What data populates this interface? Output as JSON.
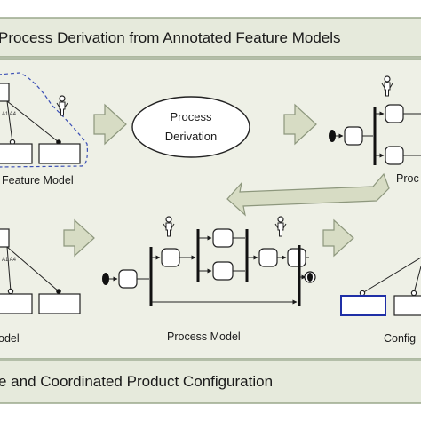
{
  "title_top": "Process Derivation from Annotated Feature Models",
  "title_bottom": "e and Coordinated Product Configuration",
  "labels": {
    "feature_model_top": "Feature Model",
    "process_derivation_line1": "Process",
    "process_derivation_line2": "Derivation",
    "process_model_top_right": "Proc",
    "model_bottom_left": "odel",
    "process_model_bottom": "Process Model",
    "configuration_bottom_right": "Config"
  },
  "annotations": {
    "feature_annotation_top": "A1 A4",
    "feature_annotation_bottom": "A1 A4"
  },
  "colors": {
    "panel_fill": "#e6eadc",
    "panel_border": "#9aa88b",
    "arrow_fill": "#d7dcc4",
    "arrow_stroke": "#8d977d",
    "dashed_outline": "#3b4fb5",
    "selected_feature": "#1f2fa6",
    "lines": "#1a1a1a"
  },
  "icons": {
    "actor": "person-icon",
    "flow_arrow": "block-arrow-icon",
    "start_node": "start-node-icon",
    "end_node": "end-node-icon"
  }
}
